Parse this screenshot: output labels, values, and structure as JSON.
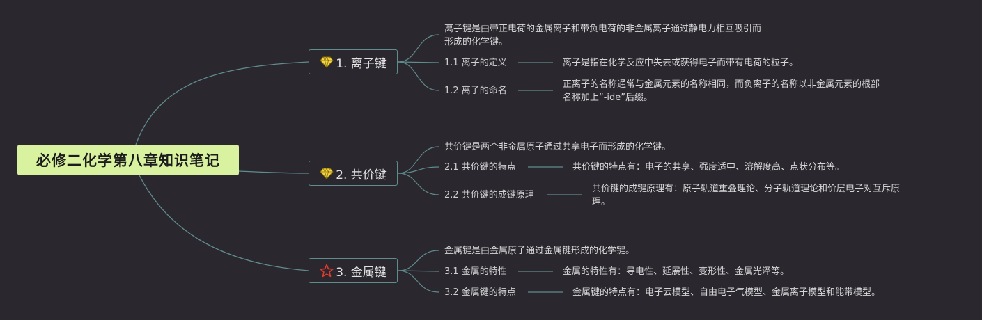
{
  "root": {
    "title": "必修二化学第八章知识笔记"
  },
  "branches": [
    {
      "label": "1. 离子键",
      "icon": "diamond-icon",
      "intro": "离子键是由带正电荷的金属离子和带负电荷的非金属离子通过静电力相互吸引而\n形成的化学键。",
      "subs": [
        {
          "label": "1.1 离子的定义",
          "detail": "离子是指在化学反应中失去或获得电子而带有电荷的粒子。"
        },
        {
          "label": "1.2 离子的命名",
          "detail": "正离子的名称通常与金属元素的名称相同，而负离子的名称以非金属元素的根部\n名称加上“-ide”后缀。"
        }
      ]
    },
    {
      "label": "2. 共价键",
      "icon": "diamond-icon",
      "intro": "共价键是两个非金属原子通过共享电子而形成的化学键。",
      "subs": [
        {
          "label": "2.1 共价键的特点",
          "detail": "共价键的特点有：电子的共享、强度适中、溶解度高、点状分布等。"
        },
        {
          "label": "2.2 共价键的成键原理",
          "detail": "共价键的成键原理有：原子轨道重叠理论、分子轨道理论和价层电子对互斥原\n理。"
        }
      ]
    },
    {
      "label": "3. 金属键",
      "icon": "star-icon",
      "intro": "金属键是由金属原子通过金属键形成的化学键。",
      "subs": [
        {
          "label": "3.1 金属的特性",
          "detail": "金属的特性有：导电性、延展性、变形性、金属光泽等。"
        },
        {
          "label": "3.2 金属键的特点",
          "detail": "金属键的特点有：电子云模型、自由电子气模型、金属离子模型和能带模型。"
        }
      ]
    }
  ],
  "colors": {
    "background": "#2a272f",
    "root_fill": "#d9f2a0",
    "line": "#5f8c8c",
    "diamond": "#f3d54a",
    "star": "#e03c2e"
  }
}
